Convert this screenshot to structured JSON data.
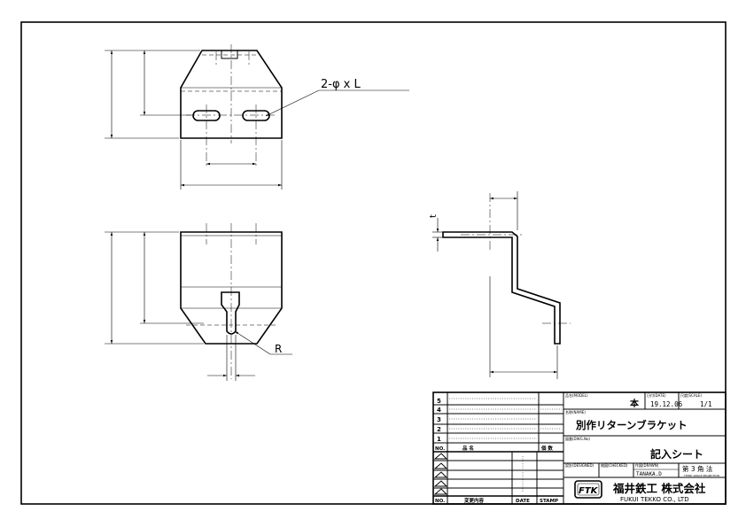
{
  "callouts": {
    "hole_spec": "2-φ   x   L",
    "radius": "R",
    "thickness": "t"
  },
  "title_block": {
    "model_label": "品名(MODEL)",
    "material_value": "本",
    "date_label": "日付(DATE)",
    "date_value": "19.12.06",
    "scale_label": "尺度(SCALE)",
    "scale_value": "1/1",
    "name_label": "名称(NAME)",
    "part_name": "別作リターンブラケット",
    "drawing_no_label": "図番(DWG.No)",
    "sheet_name": "記入シート",
    "designed_label": "設計(DESIGNED)",
    "checked_label": "検図(CHECKED)",
    "drawn_label": "作図(DRAWN)",
    "drawn_value": "TANAKA.D",
    "projection": "第 3 角 法",
    "projection_sub": "THIRD ANGLE PROJECTION",
    "company_logo": "FTK",
    "company_jp": "福井鉄工 株式会社",
    "company_en": "FUKUI TEKKO  CO., LTD"
  },
  "parts_list": {
    "rows": [
      "5",
      "4",
      "3",
      "2",
      "1"
    ],
    "no_label": "NO.",
    "item_label": "品        名",
    "qty_label": "個 数"
  },
  "revision_table": {
    "no_label": "NO.",
    "content_label": "変更内容",
    "date_label": "DATE",
    "sign_label": "STAMP"
  }
}
